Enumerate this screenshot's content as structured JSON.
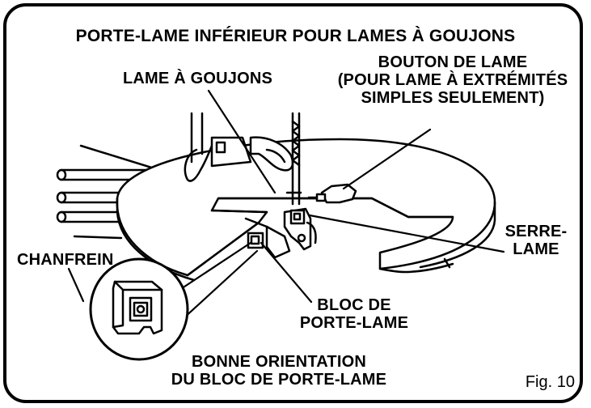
{
  "title": "PORTE-LAME INFÉRIEUR POUR LAMES À GOUJONS",
  "labels": {
    "pin_blade": "LAME À GOUJONS",
    "blade_knob": "BOUTON DE LAME",
    "blade_knob_note_1": "(POUR LAME À EXTRÉMITÉS",
    "blade_knob_note_2": "SIMPLES SEULEMENT)",
    "blade_clamp_1": "SERRE-",
    "blade_clamp_2": "LAME",
    "chamfer": "CHANFREIN",
    "holder_block_1": "BLOC DE",
    "holder_block_2": "PORTE-LAME",
    "orientation_1": "BONNE ORIENTATION",
    "orientation_2": "DU BLOC DE PORTE-LAME"
  },
  "figure_number": "Fig. 10"
}
